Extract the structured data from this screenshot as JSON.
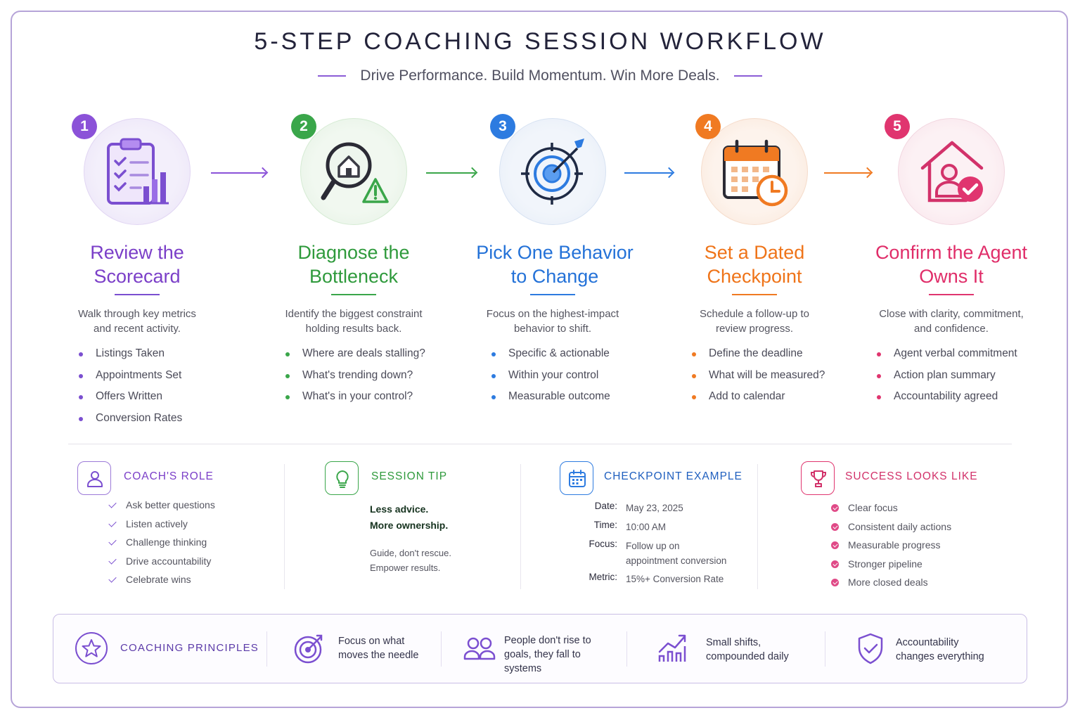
{
  "title": "5-STEP COACHING SESSION WORKFLOW",
  "subtitle": "Drive Performance. Build Momentum. Win More Deals.",
  "colors": {
    "purple": "#7b4fd0",
    "green": "#3aa64a",
    "blue": "#2d7be0",
    "orange": "#f07a22",
    "pink": "#e0356f"
  },
  "steps": [
    {
      "number": "1",
      "title": "Review the Scorecard",
      "title_line1": "Review the",
      "title_line2": "Scorecard",
      "icon": "clipboard-chart-icon",
      "desc_line1": "Walk through key metrics",
      "desc_line2": "and recent activity.",
      "bullets": [
        "Listings Taken",
        "Appointments Set",
        "Offers Written",
        "Conversion Rates"
      ]
    },
    {
      "number": "2",
      "title": "Diagnose the Bottleneck",
      "title_line1": "Diagnose the",
      "title_line2": "Bottleneck",
      "icon": "magnifier-house-warning-icon",
      "desc_line1": "Identify the biggest constraint",
      "desc_line2": "holding results back.",
      "bullets": [
        "Where are deals stalling?",
        "What's trending down?",
        "What's in your control?"
      ]
    },
    {
      "number": "3",
      "title": "Pick One Behavior to Change",
      "title_line1": "Pick One Behavior",
      "title_line2": "to Change",
      "icon": "target-arrow-icon",
      "desc_line1": "Focus on the highest-impact",
      "desc_line2": "behavior to shift.",
      "bullets": [
        "Specific & actionable",
        "Within your control",
        "Measurable outcome"
      ]
    },
    {
      "number": "4",
      "title": "Set a Dated Checkpoint",
      "title_line1": "Set a Dated",
      "title_line2": "Checkpoint",
      "icon": "calendar-clock-icon",
      "desc_line1": "Schedule a follow-up to",
      "desc_line2": "review progress.",
      "bullets": [
        "Define the deadline",
        "What will be measured?",
        "Add to calendar"
      ]
    },
    {
      "number": "5",
      "title": "Confirm the Agent Owns It",
      "title_line1": "Confirm the Agent",
      "title_line2": "Owns It",
      "icon": "house-person-check-icon",
      "desc_line1": "Close with clarity, commitment,",
      "desc_line2": "and confidence.",
      "bullets": [
        "Agent verbal commitment",
        "Action plan summary",
        "Accountability agreed"
      ]
    }
  ],
  "coach_role": {
    "title": "COACH'S ROLE",
    "items": [
      "Ask better questions",
      "Listen actively",
      "Challenge thinking",
      "Drive accountability",
      "Celebrate wins"
    ]
  },
  "session_tip": {
    "title": "SESSION TIP",
    "strong_line1": "Less advice.",
    "strong_line2": "More ownership.",
    "small_line1": "Guide, don't rescue.",
    "small_line2": "Empower results."
  },
  "checkpoint_example": {
    "title": "CHECKPOINT EXAMPLE",
    "date_label": "Date:",
    "date": "May 23, 2025",
    "time_label": "Time:",
    "time": "10:00 AM",
    "focus_label": "Focus:",
    "focus_line1": "Follow up on",
    "focus_line2": "appointment conversion",
    "metric_label": "Metric:",
    "metric": "15%+ Conversion Rate"
  },
  "success": {
    "title": "SUCCESS LOOKS LIKE",
    "items": [
      "Clear focus",
      "Consistent daily actions",
      "Measurable progress",
      "Stronger pipeline",
      "More closed deals"
    ]
  },
  "principles": {
    "title": "COACHING PRINCIPLES",
    "items": [
      {
        "icon": "target-icon",
        "line1": "Focus on what",
        "line2": "moves the needle"
      },
      {
        "icon": "people-icon",
        "line1": "People don't rise to",
        "line2": "goals, they fall to",
        "line3": "systems"
      },
      {
        "icon": "growth-chart-icon",
        "line1": "Small shifts,",
        "line2": "compounded daily"
      },
      {
        "icon": "shield-check-icon",
        "line1": "Accountability",
        "line2": "changes everything"
      }
    ]
  }
}
